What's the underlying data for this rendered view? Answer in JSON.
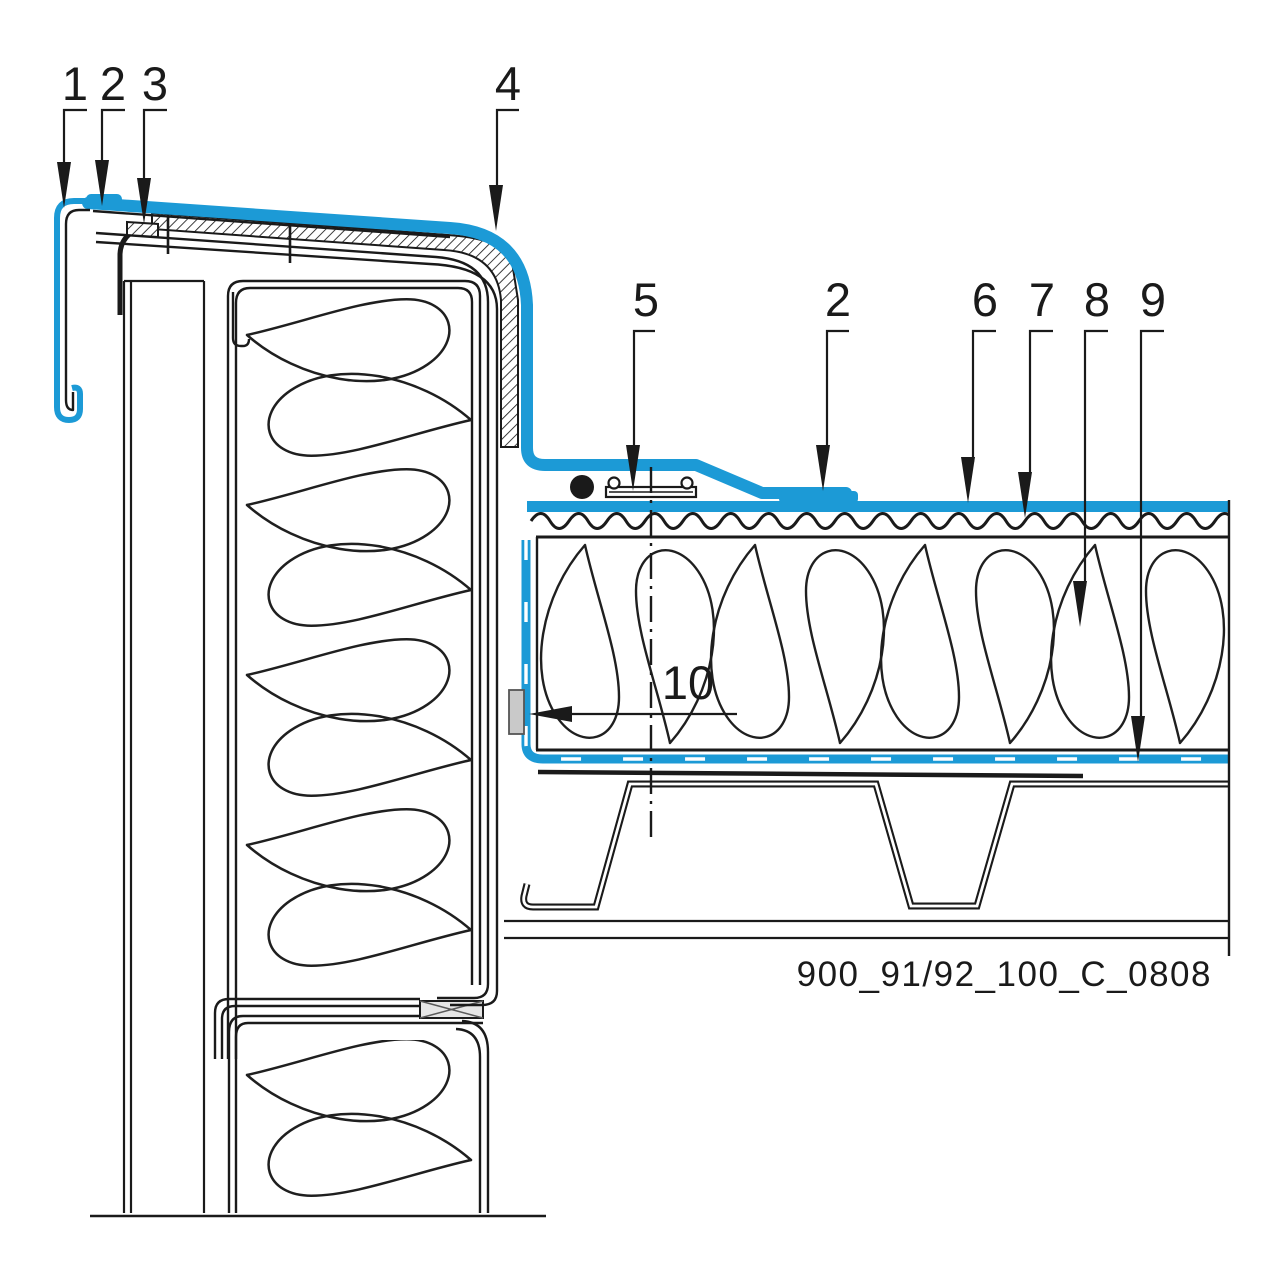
{
  "drawing": {
    "code": "900_91/92_100_C_0808",
    "callouts": [
      {
        "n": "1"
      },
      {
        "n": "2"
      },
      {
        "n": "3"
      },
      {
        "n": "4"
      },
      {
        "n": "5"
      },
      {
        "n": "2"
      },
      {
        "n": "6"
      },
      {
        "n": "7"
      },
      {
        "n": "8"
      },
      {
        "n": "9"
      },
      {
        "n": "10"
      }
    ],
    "colors": {
      "membrane": "#1c9ad6",
      "line": "#1a1a1a",
      "pad": "#c9c9c9",
      "box_fill": "#e6e6e6"
    }
  }
}
